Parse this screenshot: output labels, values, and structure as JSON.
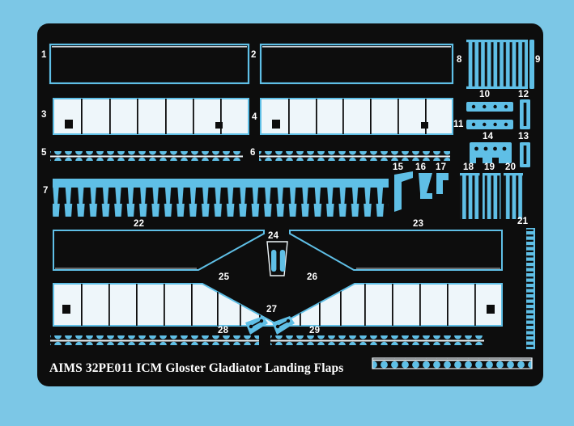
{
  "title": "AIMS 32PE011 ICM Gloster Gladiator Landing Flaps",
  "part_numbers": [
    "1",
    "2",
    "3",
    "4",
    "5",
    "6",
    "7",
    "8",
    "9",
    "10",
    "11",
    "12",
    "13",
    "14",
    "15",
    "16",
    "17",
    "18",
    "19",
    "20",
    "21",
    "22",
    "23",
    "24",
    "25",
    "26",
    "27",
    "28",
    "29"
  ],
  "colors": {
    "background": "#7cc7e6",
    "fret": "#0d0d0d",
    "part_blue": "#5fbfe6",
    "part_white": "#eef6fa",
    "label_text": "#ffffff"
  }
}
